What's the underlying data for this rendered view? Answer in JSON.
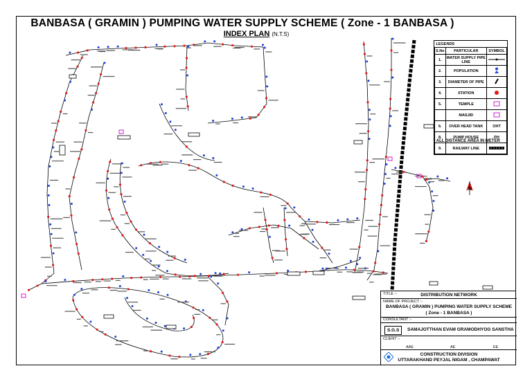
{
  "drawing": {
    "title": "BANBASA ( GRAMIN ) PUMPING WATER SUPPLY SCHEME ( Zone - 1 BANBASA )",
    "subtitle": "INDEX PLAN",
    "subtitle_note": "(N.T.S)",
    "north_label": "N",
    "colors": {
      "pipe": "#000000",
      "population": "#1f3fd8",
      "station": "#e01818",
      "temple": "#d020d0",
      "masjid": "#d020d0"
    }
  },
  "legend": {
    "heading": "LEGENDS",
    "columns": [
      "S.No",
      "PARTICULAR",
      "SYMBOL"
    ],
    "rows": [
      {
        "no": "1.",
        "particular": "WATER SUPPLY PIPE LINE",
        "symbol": "pipe-line-icon"
      },
      {
        "no": "2.",
        "particular": "POPULATION",
        "symbol": "population-icon"
      },
      {
        "no": "3.",
        "particular": "DIAMETER OF PIPE",
        "symbol": "pipe-diameter-icon"
      },
      {
        "no": "4.",
        "particular": "STATION",
        "symbol": "station-icon"
      },
      {
        "no": "5.",
        "particular": "TEMPLE",
        "symbol": "temple-icon"
      },
      {
        "no": "",
        "particular": "MASJID",
        "symbol": "masjid-icon"
      },
      {
        "no": "6.",
        "particular": "OVER HEAD TANK",
        "symbol_text": "OHT"
      },
      {
        "no": "8.",
        "particular": "PUMP HOUSE",
        "symbol_text": "PH"
      },
      {
        "no": "9.",
        "particular": "RAILWAY LINE",
        "symbol": "railway-line-icon"
      }
    ],
    "note": "* ALL DISTANCE AREA IN METER"
  },
  "title_block": {
    "title_label": "TITLE :-",
    "title_value": "DISTRIBUTION NETWORK",
    "project_label": "NAME OF PROJECT :-",
    "project_line1": "BANBASA ( GRAMIN ) PUMPING WATER SUPPLY SCHEME",
    "project_line2": "( Zone - 1 BANBASA )",
    "consultant_label": "CONSULTANT :-",
    "consultant_code": "S.G.S",
    "consultant_name": "SAMAJOTTHAN EVAM GRAMODHYOG SANSTHA",
    "client_label": "CLIENT :-",
    "signatures": [
      "AAE",
      "AE",
      "EE"
    ],
    "division_line1": "CONSTRUCTION DIVISION",
    "division_line2": "UTTARAKHAND PEYJAL NIGAM , CHAMPAWAT"
  }
}
